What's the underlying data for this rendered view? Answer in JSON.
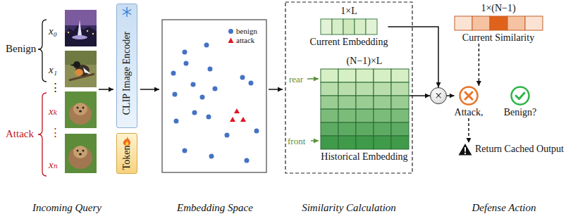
{
  "diagram": {
    "nodes": [
      {
        "text": [
          "CLIP Image Encoder"
        ]
      },
      {
        "text": [
          "Token"
        ]
      },
      {
        "text": [
          "1×L",
          "Current Embedding"
        ]
      },
      {
        "text": [
          "(N−1)×L",
          "Historical Embedding"
        ]
      },
      {
        "text": [
          "×"
        ]
      },
      {
        "text": [
          "1×(N−1)",
          "Current Similarity"
        ]
      },
      {
        "text": [
          "Attack,"
        ]
      },
      {
        "text": [
          "Benign?"
        ]
      },
      {
        "text": [
          "Return Cached Output"
        ]
      }
    ],
    "edges": [
      {
        "from": 2,
        "to": 4,
        "arrow": "to"
      },
      {
        "from": 3,
        "to": 4,
        "arrow": "to"
      },
      {
        "from": 4,
        "to": 6,
        "arrow": "to"
      },
      {
        "from": 5,
        "to": 6,
        "arrow": "to"
      },
      {
        "from": 6,
        "to": 8,
        "arrow": "to"
      }
    ],
    "labels": [
      "Benign",
      "x₀",
      "x₁",
      "⋮",
      "Attack",
      "xₖ",
      "⋮",
      "xₙ",
      "rear",
      "front",
      "Incoming Query",
      "Embedding Space",
      "Similarity Calculation",
      "Defense Action"
    ],
    "legend": [
      {
        "text": "benign",
        "color": "#4472c4"
      },
      {
        "text": "attack",
        "color": "#e0141e"
      }
    ]
  }
}
